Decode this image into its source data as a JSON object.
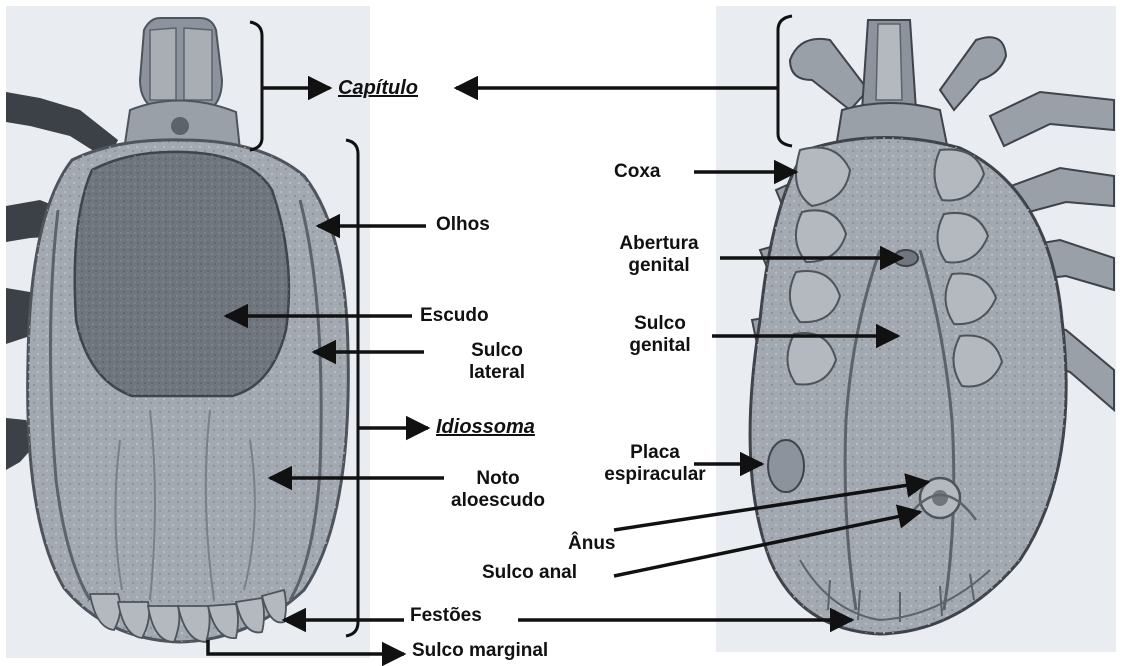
{
  "colors": {
    "photo_bg": "#e9ecf1",
    "tick_body": "#8c939c",
    "tick_dark": "#5d636b",
    "tick_light": "#c2c7cd",
    "leg_dark": "#3c4047",
    "arrow": "#111111"
  },
  "labels": {
    "capitulo": "Capítulo",
    "coxa": "Coxa",
    "olhos": "Olhos",
    "abertura_l1": "Abertura",
    "abertura_l2": "genital",
    "escudo": "Escudo",
    "sulco_gen_l1": "Sulco",
    "sulco_gen_l2": "genital",
    "sulco_lat_l1": "Sulco",
    "sulco_lat_l2": "lateral",
    "idiossoma": "Idiossoma",
    "placa_l1": "Placa",
    "placa_l2": "espiracular",
    "noto_l1": "Noto",
    "noto_l2": "aloescudo",
    "anus": "Ânus",
    "sulco_anal": "Sulco anal",
    "festoes": "Festões",
    "sulco_marginal": "Sulco marginal"
  },
  "panels": {
    "left": "dorsal-view",
    "right": "ventral-view"
  }
}
